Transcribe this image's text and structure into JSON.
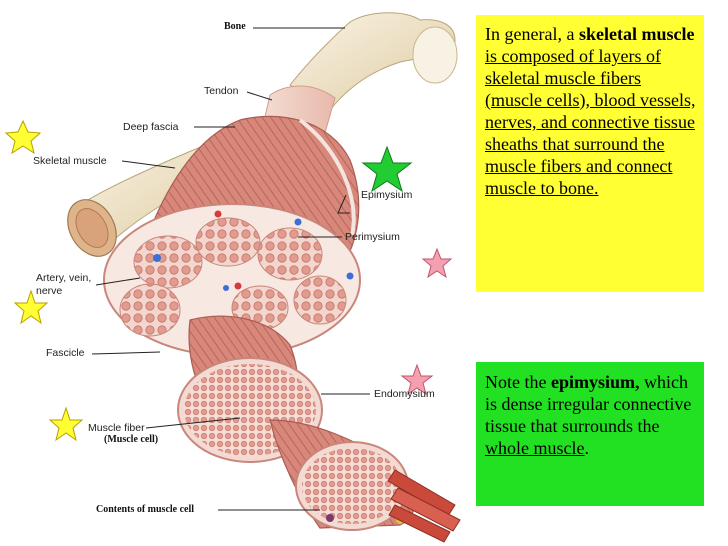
{
  "labels": {
    "bone": "Bone",
    "tendon": "Tendon",
    "deep_fascia": "Deep fascia",
    "skeletal_muscle": "Skeletal muscle",
    "epimysium": "Epimysium",
    "perimysium": "Perimysium",
    "artery_vein_nerve_1": "Artery, vein,",
    "artery_vein_nerve_2": "nerve",
    "fascicle": "Fascicle",
    "endomysium": "Endomysium",
    "muscle_fiber": "Muscle fiber",
    "muscle_cell": "(Muscle cell)",
    "contents_of_muscle_cell": "Contents of muscle cell"
  },
  "note_general": {
    "prefix": "In general, a ",
    "bold": "skeletal muscle",
    "space": " ",
    "underlined": "is composed of layers of skeletal muscle fibers (muscle cells), blood vessels, nerves, and connective tissue sheaths that surround the muscle fibers and connect muscle to bone."
  },
  "note_epimysium": {
    "prefix": "Note the ",
    "bold": "epimysium,",
    "middle": " which is dense irregular connective tissue that surrounds the ",
    "underlined": "whole muscle",
    "suffix": "."
  },
  "colors": {
    "note_general_bg": "#ffff33",
    "note_epimysium_bg": "#22e022",
    "star_yellow": "#ffff33",
    "star_green": "#22cc33",
    "star_pink": "#f4a0b0",
    "muscle": "#d9877a",
    "bone": "#f0e6cc"
  },
  "icons": [
    "star-yellow-icon",
    "star-green-icon",
    "star-pink-icon"
  ]
}
